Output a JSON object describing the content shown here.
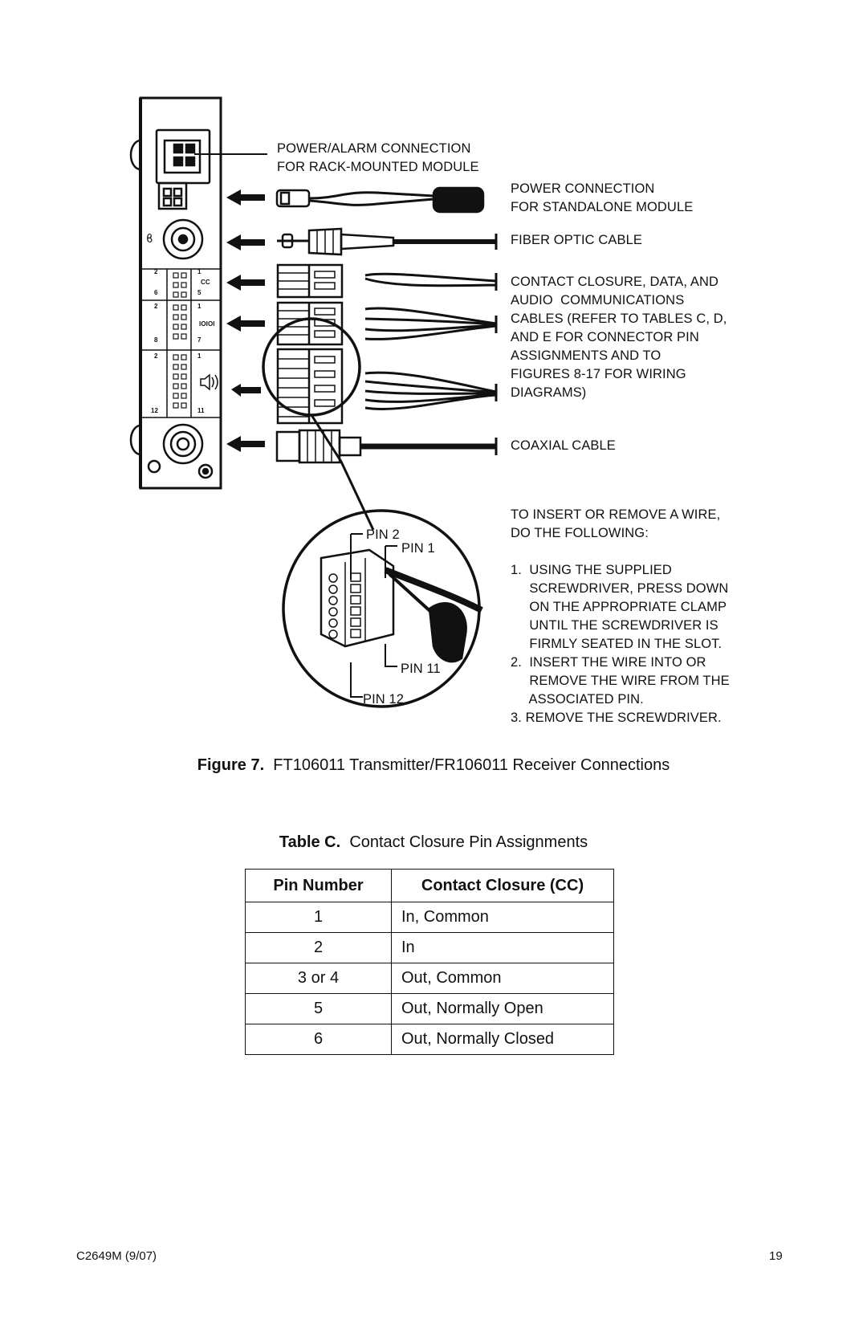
{
  "figure": {
    "callouts": {
      "power_alarm": "POWER/ALARM CONNECTION\nFOR RACK-MOUNTED MODULE",
      "power_standalone": "POWER CONNECTION\nFOR STANDALONE MODULE",
      "fiber": "FIBER OPTIC CABLE",
      "contact": "CONTACT CLOSURE, DATA, AND\nAUDIO  COMMUNICATIONS\nCABLES (REFER TO TABLES C, D,\nAND E FOR CONNECTOR PIN\nASSIGNMENTS AND TO\nFIGURES 8-17 FOR WIRING\nDIAGRAMS)",
      "coax": "COAXIAL CABLE",
      "instructions": "TO INSERT OR REMOVE A WIRE,\nDO THE FOLLOWING:\n\n1.  USING THE SUPPLIED\n     SCREWDRIVER, PRESS DOWN\n     ON THE APPROPRIATE CLAMP\n     UNTIL THE SCREWDRIVER IS\n     FIRMLY SEATED IN THE SLOT.\n2.  INSERT THE WIRE INTO OR\n     REMOVE THE WIRE FROM THE\n     ASSOCIATED PIN.\n3. REMOVE THE SCREWDRIVER."
    },
    "pin_labels": {
      "pin2": "PIN 2",
      "pin1": "PIN 1",
      "pin11": "PIN 11",
      "pin12": "PIN 12"
    },
    "panel_labels": {
      "cc": "CC",
      "data": "IOIOI",
      "n2a": "2",
      "n1a": "1",
      "n6": "6",
      "n5": "5",
      "n2b": "2",
      "n1b": "1",
      "n8": "8",
      "n7": "7",
      "n2c": "2",
      "n1c": "1",
      "n12": "12",
      "n11": "11"
    },
    "caption_label": "Figure 7.",
    "caption_text": "FT106011 Transmitter/FR106011 Receiver Connections"
  },
  "table": {
    "caption_label": "Table C.",
    "caption_text": "Contact Closure Pin Assignments",
    "headers": [
      "Pin Number",
      "Contact Closure (CC)"
    ],
    "rows": [
      [
        "1",
        "In, Common"
      ],
      [
        "2",
        "In"
      ],
      [
        "3 or 4",
        "Out, Common"
      ],
      [
        "5",
        "Out, Normally Open"
      ],
      [
        "6",
        "Out, Normally Closed"
      ]
    ]
  },
  "footer": {
    "doc_id": "C2649M (9/07)",
    "page": "19"
  }
}
